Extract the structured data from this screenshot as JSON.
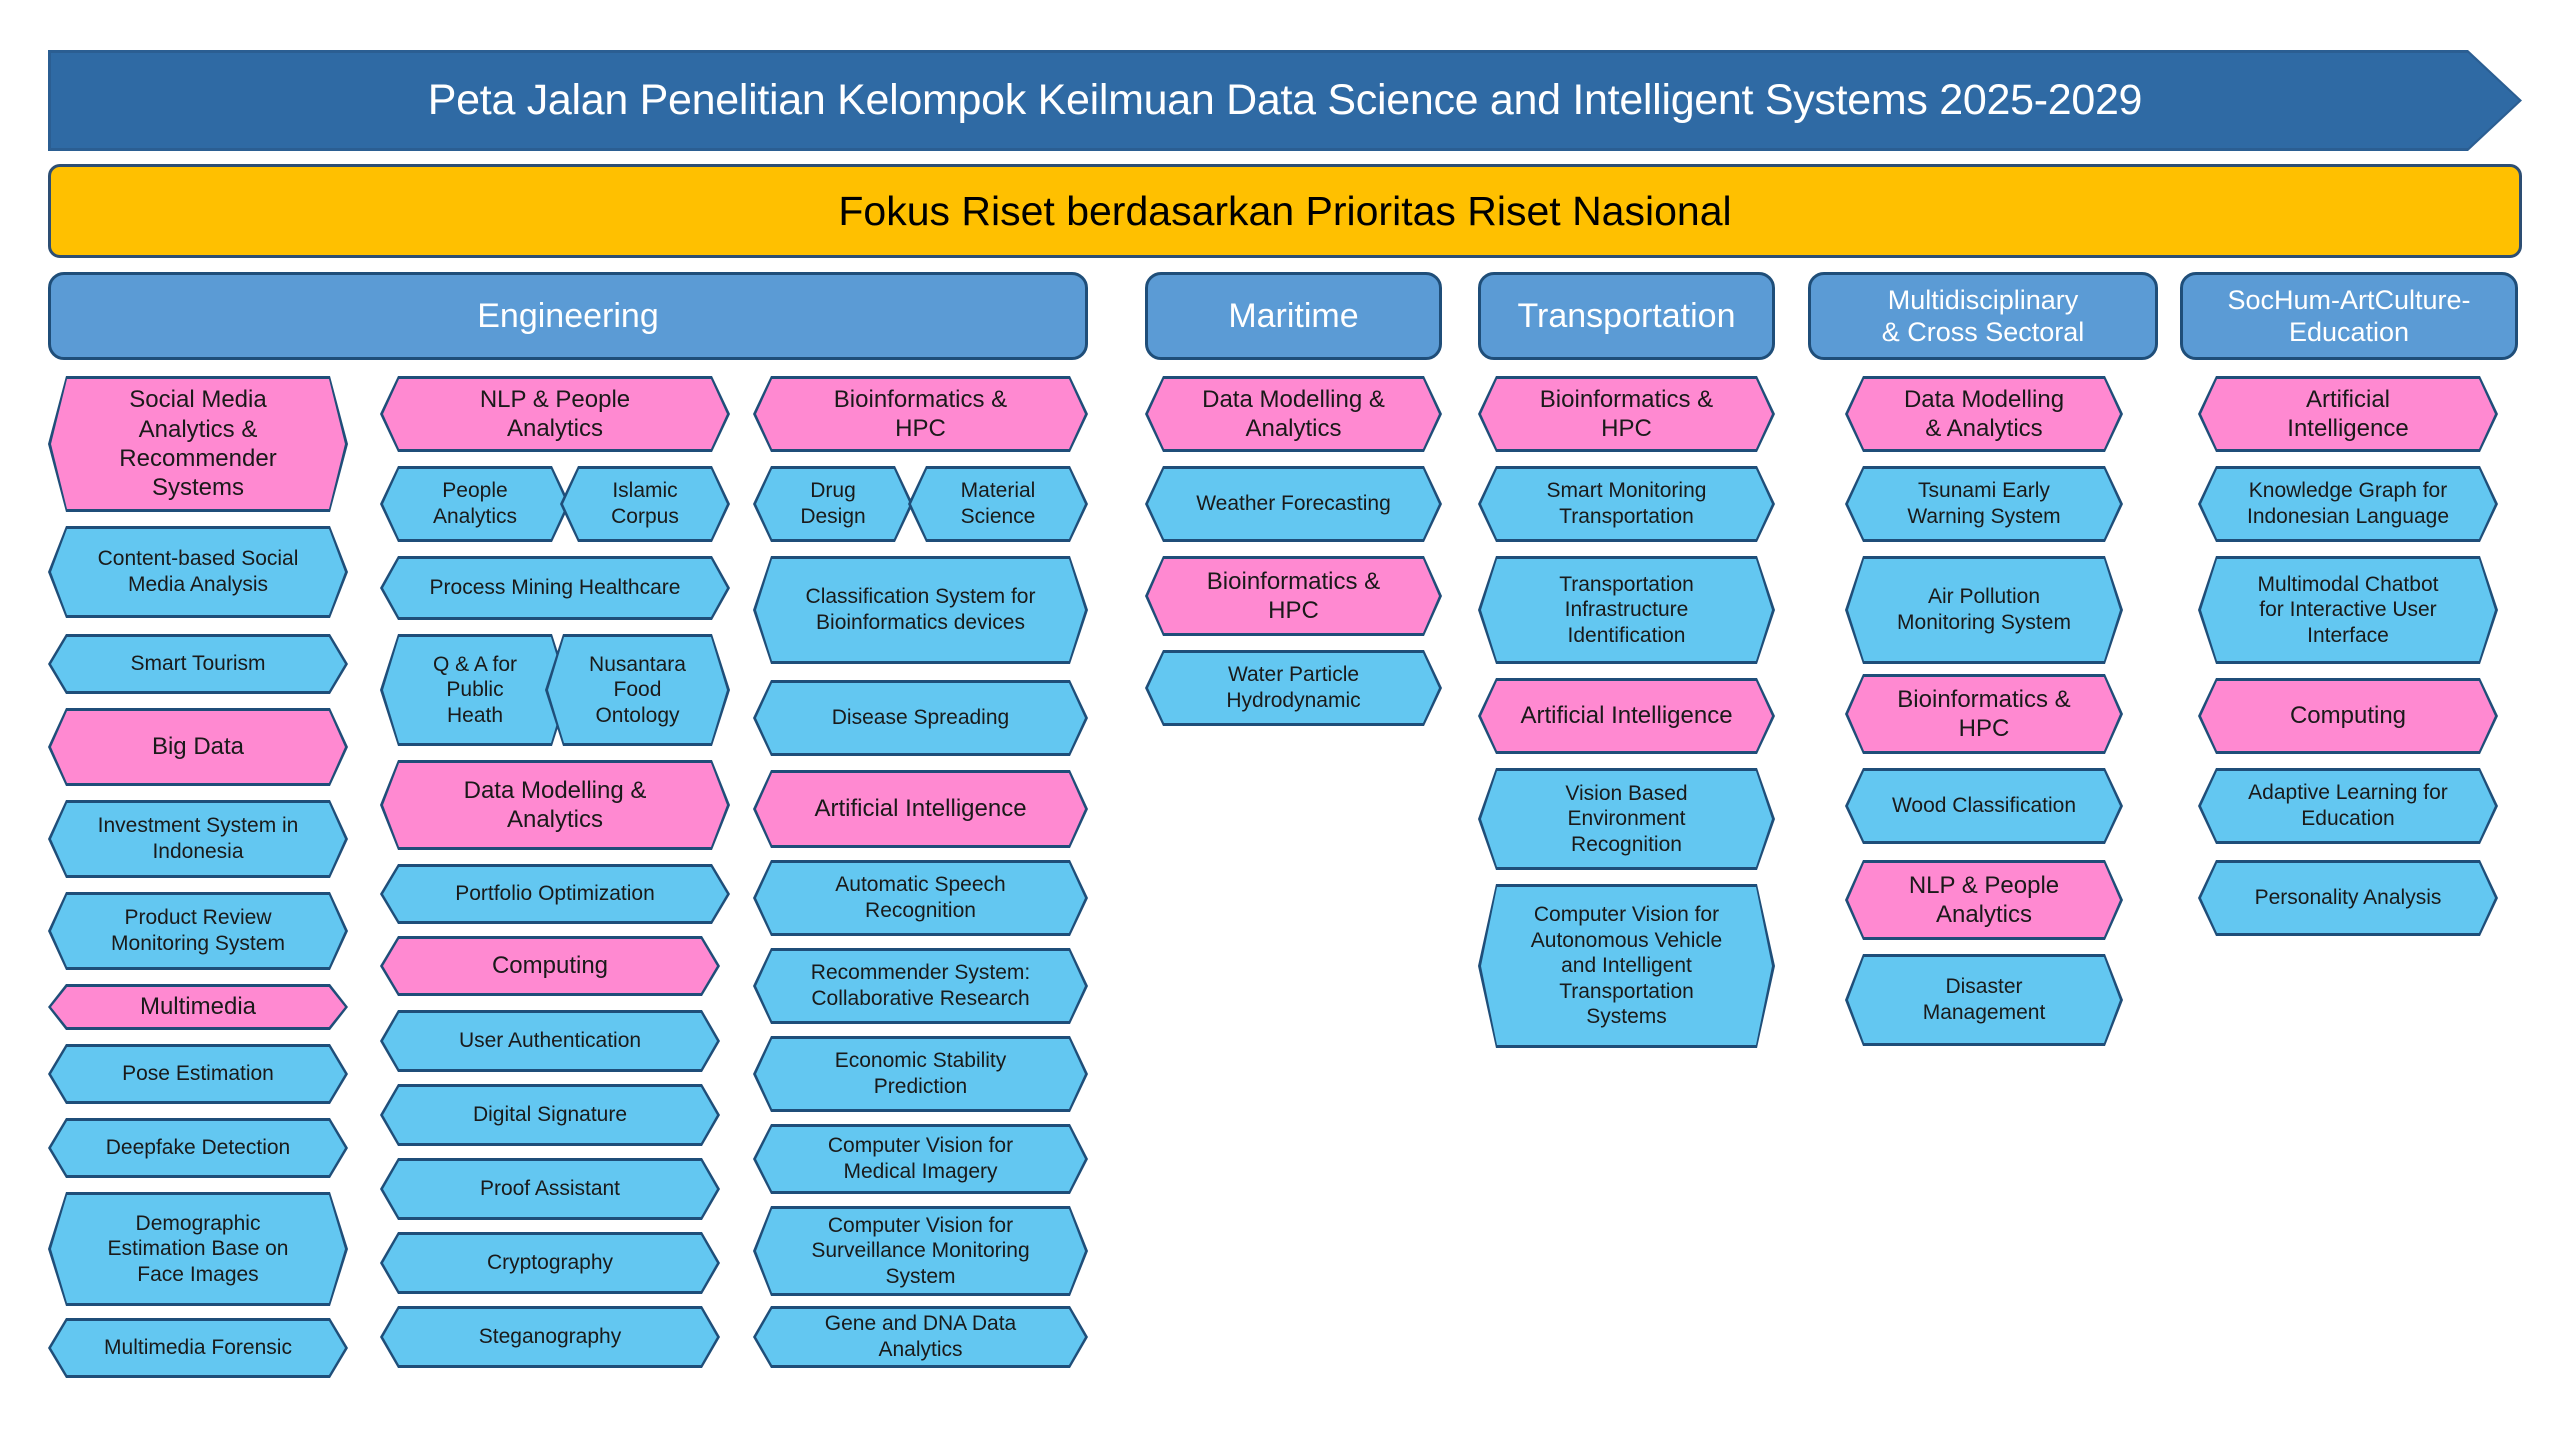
{
  "title": "Peta Jalan Penelitian Kelompok Keilmuan Data Science and Intelligent Systems 2025-2029",
  "focus": "Fokus Riset berdasarkan Prioritas Riset Nasional",
  "colors": {
    "banner": "#2F6AA4",
    "focus": "#FFC000",
    "category": "#5B9BD5",
    "topic_pink": "#FF89D1",
    "topic_blue": "#63C7F1",
    "outline": "#1F4E79"
  },
  "categories": [
    {
      "id": "engineering",
      "label": "Engineering"
    },
    {
      "id": "maritime",
      "label": "Maritime"
    },
    {
      "id": "transportation",
      "label": "Transportation"
    },
    {
      "id": "multidisciplinary",
      "label": "Multidisciplinary\n& Cross Sectoral"
    },
    {
      "id": "sochum",
      "label": "SocHum-ArtCulture-\nEducation"
    }
  ],
  "topics": {
    "eng_a": [
      {
        "label": "Social Media\nAnalytics &\nRecommender\nSystems",
        "kind": "pink"
      },
      {
        "label": "Content-based Social\nMedia Analysis",
        "kind": "blue"
      },
      {
        "label": "Smart Tourism",
        "kind": "blue"
      },
      {
        "label": "Big Data",
        "kind": "pink"
      },
      {
        "label": "Investment System in\nIndonesia",
        "kind": "blue"
      },
      {
        "label": "Product Review\nMonitoring System",
        "kind": "blue"
      },
      {
        "label": "Multimedia",
        "kind": "pink"
      },
      {
        "label": "Pose Estimation",
        "kind": "blue"
      },
      {
        "label": "Deepfake Detection",
        "kind": "blue"
      },
      {
        "label": "Demographic\nEstimation Base on\nFace Images",
        "kind": "blue"
      },
      {
        "label": "Multimedia Forensic",
        "kind": "blue"
      }
    ],
    "eng_b": [
      {
        "label": "NLP & People\nAnalytics",
        "kind": "pink"
      },
      {
        "label": "People\nAnalytics",
        "kind": "blue"
      },
      {
        "label": "Islamic\nCorpus",
        "kind": "blue"
      },
      {
        "label": "Process Mining Healthcare",
        "kind": "blue"
      },
      {
        "label": "Q & A for\nPublic\nHeath",
        "kind": "blue"
      },
      {
        "label": "Nusantara\nFood\nOntology",
        "kind": "blue"
      },
      {
        "label": "Data Modelling &\nAnalytics",
        "kind": "pink"
      },
      {
        "label": "Portfolio Optimization",
        "kind": "blue"
      },
      {
        "label": "Computing",
        "kind": "pink"
      },
      {
        "label": "User Authentication",
        "kind": "blue"
      },
      {
        "label": "Digital Signature",
        "kind": "blue"
      },
      {
        "label": "Proof Assistant",
        "kind": "blue"
      },
      {
        "label": "Cryptography",
        "kind": "blue"
      },
      {
        "label": "Steganography",
        "kind": "blue"
      }
    ],
    "eng_c": [
      {
        "label": "Bioinformatics &\nHPC",
        "kind": "pink"
      },
      {
        "label": "Drug\nDesign",
        "kind": "blue"
      },
      {
        "label": "Material\nScience",
        "kind": "blue"
      },
      {
        "label": "Classification System for\nBioinformatics devices",
        "kind": "blue"
      },
      {
        "label": "Disease Spreading",
        "kind": "blue"
      },
      {
        "label": "Artificial Intelligence",
        "kind": "pink"
      },
      {
        "label": "Automatic Speech\nRecognition",
        "kind": "blue"
      },
      {
        "label": "Recommender System:\nCollaborative Research",
        "kind": "blue"
      },
      {
        "label": "Economic Stability\nPrediction",
        "kind": "blue"
      },
      {
        "label": "Computer Vision for\nMedical Imagery",
        "kind": "blue"
      },
      {
        "label": "Computer Vision for\nSurveillance Monitoring\nSystem",
        "kind": "blue"
      },
      {
        "label": "Gene and DNA Data\nAnalytics",
        "kind": "blue"
      }
    ],
    "maritime": [
      {
        "label": "Data Modelling &\nAnalytics",
        "kind": "pink"
      },
      {
        "label": "Weather Forecasting",
        "kind": "blue"
      },
      {
        "label": "Bioinformatics &\nHPC",
        "kind": "pink"
      },
      {
        "label": "Water Particle\nHydrodynamic",
        "kind": "blue"
      }
    ],
    "transportation": [
      {
        "label": "Bioinformatics &\nHPC",
        "kind": "pink"
      },
      {
        "label": "Smart Monitoring\nTransportation",
        "kind": "blue"
      },
      {
        "label": "Transportation\nInfrastructure\nIdentification",
        "kind": "blue"
      },
      {
        "label": "Artificial Intelligence",
        "kind": "pink"
      },
      {
        "label": "Vision Based\nEnvironment\nRecognition",
        "kind": "blue"
      },
      {
        "label": "Computer Vision for\nAutonomous Vehicle\nand Intelligent\nTransportation\nSystems",
        "kind": "blue"
      }
    ],
    "multidisciplinary": [
      {
        "label": "Data Modelling\n& Analytics",
        "kind": "pink"
      },
      {
        "label": "Tsunami Early\nWarning System",
        "kind": "blue"
      },
      {
        "label": "Air Pollution\nMonitoring System",
        "kind": "blue"
      },
      {
        "label": "Bioinformatics &\nHPC",
        "kind": "pink"
      },
      {
        "label": "Wood Classification",
        "kind": "blue"
      },
      {
        "label": "NLP & People\nAnalytics",
        "kind": "pink"
      },
      {
        "label": "Disaster\nManagement",
        "kind": "blue"
      }
    ],
    "sochum": [
      {
        "label": "Artificial\nIntelligence",
        "kind": "pink"
      },
      {
        "label": "Knowledge Graph for\nIndonesian Language",
        "kind": "blue"
      },
      {
        "label": "Multimodal Chatbot\nfor Interactive User\nInterface",
        "kind": "blue"
      },
      {
        "label": "Computing",
        "kind": "pink"
      },
      {
        "label": "Adaptive Learning for\nEducation",
        "kind": "blue"
      },
      {
        "label": "Personality Analysis",
        "kind": "blue"
      }
    ]
  }
}
